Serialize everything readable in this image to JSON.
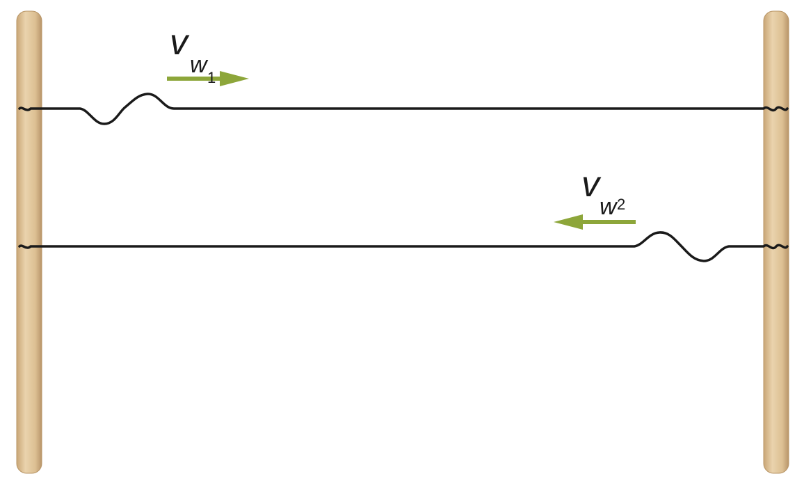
{
  "colors": {
    "background": "#ffffff",
    "post_fill": "#e0c59c",
    "post_edge": "#b89566",
    "string": "#1a1a1a",
    "arrow": "#8da63a"
  },
  "posts": [
    {
      "name": "left-post"
    },
    {
      "name": "right-post"
    }
  ],
  "waves": [
    {
      "name": "top-string-pulse",
      "label": {
        "main": "v",
        "sub1": "w",
        "sub2": "1"
      },
      "arrow_direction": "right",
      "pulse_position": "left",
      "pulse_shape": "down-then-up"
    },
    {
      "name": "bottom-string-pulse",
      "label": {
        "main": "v",
        "sub1": "w",
        "sub2": "2"
      },
      "arrow_direction": "left",
      "pulse_position": "right",
      "pulse_shape": "up-then-down"
    }
  ]
}
